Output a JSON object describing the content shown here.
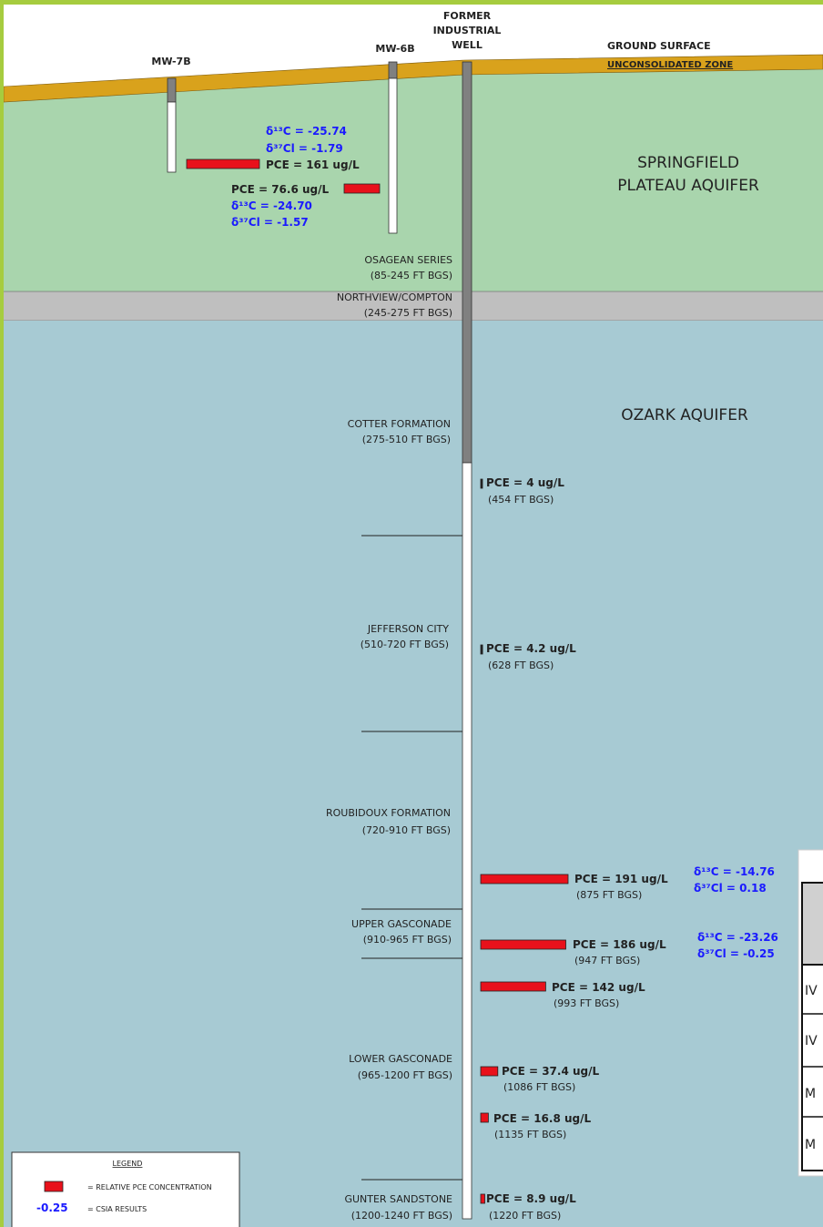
{
  "wells": {
    "mw7b": "MW-7B",
    "mw6b": "MW-6B",
    "former": [
      "FORMER",
      "INDUSTRIAL",
      "WELL"
    ]
  },
  "surface": {
    "ground": "GROUND SURFACE",
    "unconsolidated": "UNCONSOLIDATED ZONE"
  },
  "aquifers": {
    "springfield": [
      "SPRINGFIELD",
      "PLATEAU AQUIFER"
    ],
    "ozark": "OZARK AQUIFER"
  },
  "formations": [
    {
      "name": "OSAGEAN SERIES",
      "range": "(85-245 FT BGS)"
    },
    {
      "name": "NORTHVIEW/COMPTON",
      "range": "(245-275 FT BGS)"
    },
    {
      "name": "COTTER FORMATION",
      "range": "(275-510 FT BGS)"
    },
    {
      "name": "JEFFERSON CITY",
      "range": "(510-720 FT BGS)"
    },
    {
      "name": "ROUBIDOUX FORMATION",
      "range": "(720-910 FT BGS)"
    },
    {
      "name": "UPPER GASCONADE",
      "range": "(910-965 FT BGS)"
    },
    {
      "name": "LOWER GASCONADE",
      "range": "(965-1200 FT BGS)"
    },
    {
      "name": "GUNTER SANDSTONE",
      "range": "(1200-1240 FT BGS)"
    }
  ],
  "mw7b_results": {
    "c13": "δ¹³C = -25.74",
    "cl37": "δ³⁷Cl = -1.79",
    "pce": "PCE = 161 ug/L"
  },
  "mw6b_results": {
    "pce": "PCE = 76.6 ug/L",
    "c13": "δ¹³C = -24.70",
    "cl37": "δ³⁷Cl = -1.57"
  },
  "samples": [
    {
      "pce": "PCE = 4 ug/L",
      "depth": "(454 FT BGS)",
      "value": 4
    },
    {
      "pce": "PCE = 4.2 ug/L",
      "depth": "(628 FT BGS)",
      "value": 4.2
    },
    {
      "pce": "PCE = 191 ug/L",
      "depth": "(875 FT BGS)",
      "value": 191,
      "c13": "δ¹³C = -14.76",
      "cl37": "δ³⁷Cl = 0.18"
    },
    {
      "pce": "PCE = 186 ug/L",
      "depth": "(947 FT BGS)",
      "value": 186,
      "c13": "δ¹³C = -23.26",
      "cl37": "δ³⁷Cl = -0.25"
    },
    {
      "pce": "PCE = 142 ug/L",
      "depth": "(993 FT BGS)",
      "value": 142
    },
    {
      "pce": "PCE = 37.4 ug/L",
      "depth": "(1086 FT BGS)",
      "value": 37.4
    },
    {
      "pce": "PCE = 16.8 ug/L",
      "depth": "(1135 FT BGS)",
      "value": 16.8
    },
    {
      "pce": "PCE = 8.9 ug/L",
      "depth": "(1220 FT BGS)",
      "value": 8.9
    }
  ],
  "legend": {
    "title": "LEGEND",
    "items": [
      {
        "symbol": "",
        "text": "= RELATIVE PCE CONCENTRATION"
      },
      {
        "symbol": "-0.25",
        "text": "= CSIA RESULTS"
      }
    ]
  },
  "table_rows": [
    "IV",
    "IV",
    "M",
    "M"
  ],
  "colors": {
    "green": "#a9d5ad",
    "blue": "#a7cad3",
    "gray": "#bfbfbf",
    "orange": "#d9a21c",
    "red": "#e8111b",
    "csia": "#1a1aff",
    "frame": "#a6cc3f"
  }
}
